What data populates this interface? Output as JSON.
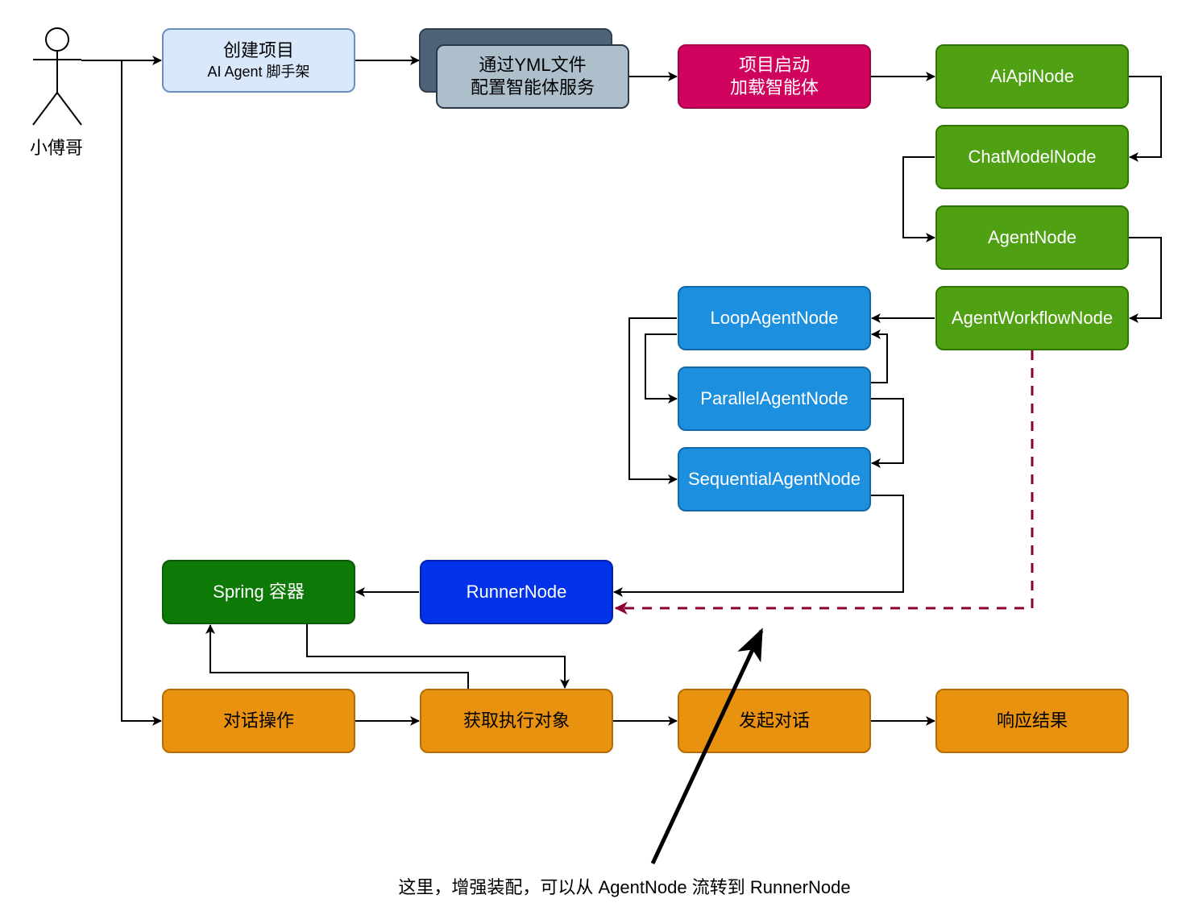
{
  "actor": {
    "label": "小傅哥",
    "icon": "person-icon"
  },
  "nodes": {
    "create_project": {
      "title": "创建项目",
      "subtitle": "AI Agent 脚手架"
    },
    "yml_config": {
      "line1": "通过YML文件",
      "line2": "配置智能体服务"
    },
    "project_start": {
      "line1": "项目启动",
      "line2": "加载智能体"
    },
    "ai_api_node": {
      "label": "AiApiNode"
    },
    "chat_model_node": {
      "label": "ChatModelNode"
    },
    "agent_node": {
      "label": "AgentNode"
    },
    "agent_workflow_node": {
      "label": "AgentWorkflowNode"
    },
    "loop_agent_node": {
      "label": "LoopAgentNode"
    },
    "parallel_agent_node": {
      "label": "ParallelAgentNode"
    },
    "sequential_agent_node": {
      "label": "SequentialAgentNode"
    },
    "runner_node": {
      "label": "RunnerNode"
    },
    "spring_container": {
      "label": "Spring 容器"
    },
    "chat_operation": {
      "label": "对话操作"
    },
    "get_executor": {
      "label": "获取执行对象"
    },
    "start_chat": {
      "label": "发起对话"
    },
    "response_result": {
      "label": "响应结果"
    }
  },
  "annotation": {
    "text": "这里，增强装配，可以从 AgentNode 流转到 RunnerNode"
  },
  "colors": {
    "edge": "#000000",
    "dashed_edge": "#8b0034",
    "light_blue": "#dae8fc",
    "slate": "#4f6378",
    "slate_light": "#aebfcc",
    "crimson": "#d0035f",
    "green": "#4fa012",
    "sky_blue": "#1c8fde",
    "royal_blue": "#0333e8",
    "dark_green": "#0d7a08",
    "orange": "#e8920f"
  }
}
